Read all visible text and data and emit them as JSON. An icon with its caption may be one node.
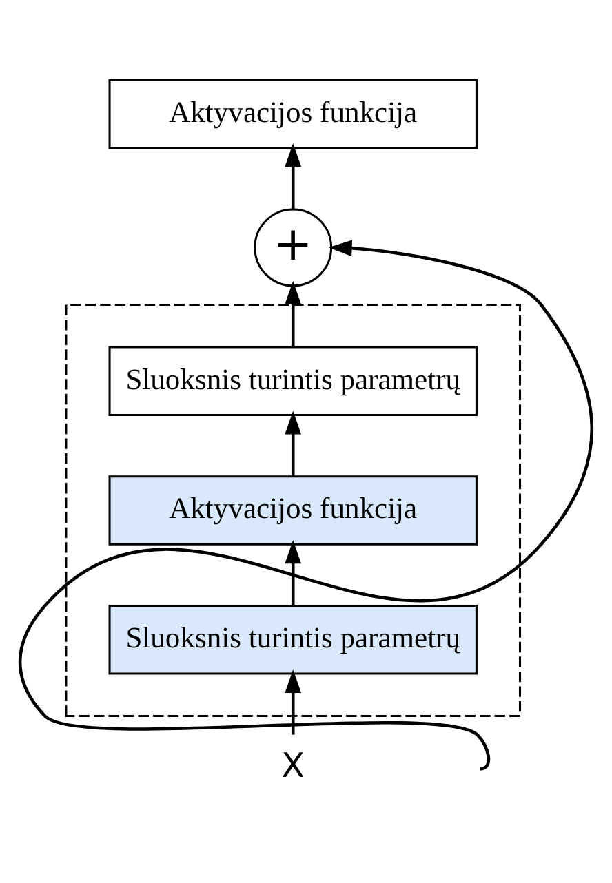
{
  "diagram": {
    "nodes": [
      {
        "text": [
          "Aktyvacijos funkcija"
        ]
      },
      {
        "text": [
          "+"
        ]
      },
      {
        "text": [],
        "shape": "box"
      },
      {
        "text": [
          "Sluoksnis turintis parametrų"
        ],
        "in": 2
      },
      {
        "text": [
          "Aktyvacijos funkcija"
        ],
        "in": 2
      },
      {
        "text": [
          "Sluoksnis turintis parametrų"
        ],
        "in": 2
      },
      {
        "text": [
          "X"
        ]
      }
    ],
    "edges": [
      {
        "from": 6,
        "to": 5,
        "arrow": "to"
      },
      {
        "from": 5,
        "to": 4,
        "arrow": "to"
      },
      {
        "from": 4,
        "to": 3,
        "arrow": "to"
      },
      {
        "from": 3,
        "to": 1,
        "arrow": "to"
      },
      {
        "from": 1,
        "to": 0,
        "arrow": "to"
      },
      {
        "from": 6,
        "to": 1,
        "arrow": "to"
      }
    ]
  }
}
